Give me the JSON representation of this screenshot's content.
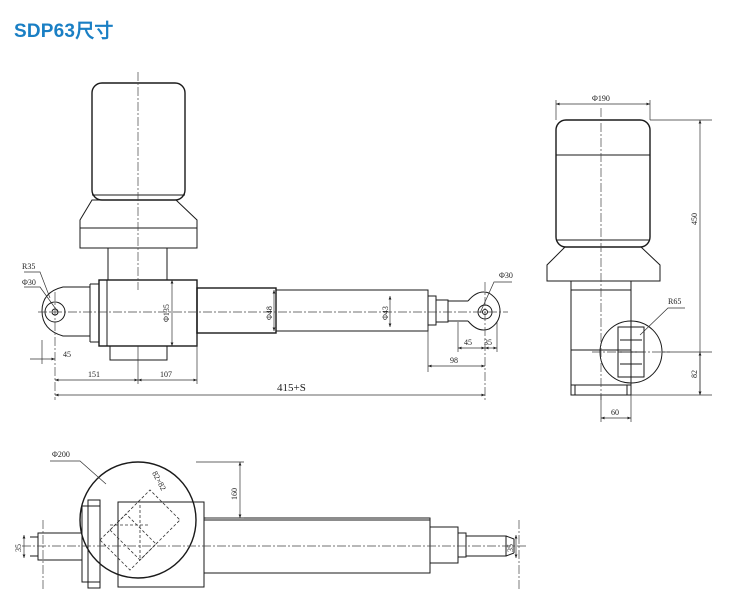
{
  "title": "SDP63尺寸",
  "front_view": {
    "r35": "R35",
    "phi30_left": "Φ30",
    "phi135": "Φ135",
    "phi48": "Φ48",
    "phi43": "Φ43",
    "phi30_right": "Φ30",
    "d45_left": "45",
    "d151": "151",
    "d107": "107",
    "d415s": "415+S",
    "d98": "98",
    "d45_right": "45",
    "d35": "35"
  },
  "side_view": {
    "phi190": "Φ190",
    "d450": "450",
    "r65": "R65",
    "d82": "82",
    "d60": "60"
  },
  "top_view": {
    "phi200": "Φ200",
    "sq": "82×82",
    "d160": "160",
    "d35_left": "35",
    "d35_right": "35"
  }
}
